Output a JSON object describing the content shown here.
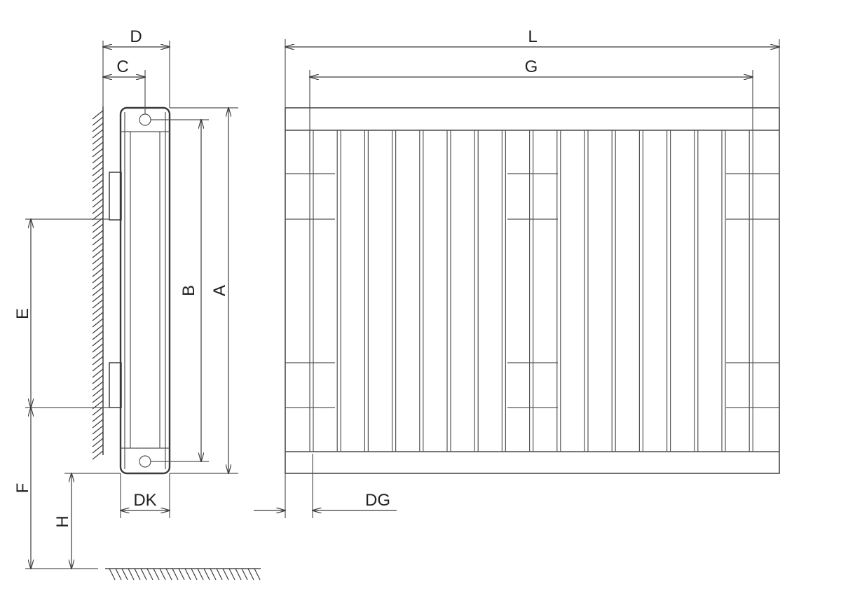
{
  "diagram": {
    "labels": {
      "D": "D",
      "C": "C",
      "L": "L",
      "G": "G",
      "B": "B",
      "A": "A",
      "E": "E",
      "F": "F",
      "H": "H",
      "DK": "DK",
      "DG": "DG"
    },
    "colors": {
      "line": "#4a4a4a",
      "text": "#222222",
      "background": "#ffffff"
    }
  }
}
